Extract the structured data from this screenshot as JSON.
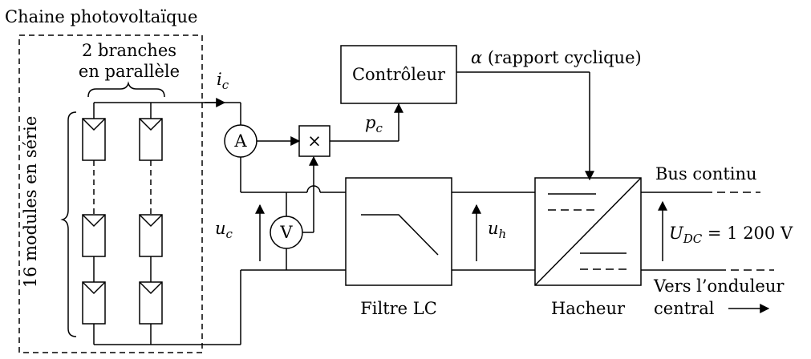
{
  "title": "Chaine photovoltaïque",
  "branches_label": [
    "2 branches",
    "en parallèle"
  ],
  "series_label": "16 modules en série",
  "current": {
    "symbol": "i",
    "sub": "c"
  },
  "ammeter": "A",
  "voltmeter": "V",
  "multiplier": "×",
  "power": {
    "symbol": "p",
    "sub": "c"
  },
  "controller": "Contrôleur",
  "duty_cycle": {
    "symbol": "α",
    "text": " (rapport cyclique)"
  },
  "pv_voltage": {
    "symbol": "u",
    "sub": "c"
  },
  "filter": "Filtre LC",
  "filter_voltage": {
    "symbol": "u",
    "sub": "h"
  },
  "chopper": "Hacheur",
  "bus": "Bus continu",
  "dc_voltage": {
    "symbol": "U",
    "sub": "DC",
    "value": " = 1 200 V"
  },
  "inverter": [
    "Vers l’onduleur",
    "central"
  ],
  "colors": {
    "controller_fill": "#e6e6e6",
    "multiplier_fill": "#e6e6e6"
  }
}
